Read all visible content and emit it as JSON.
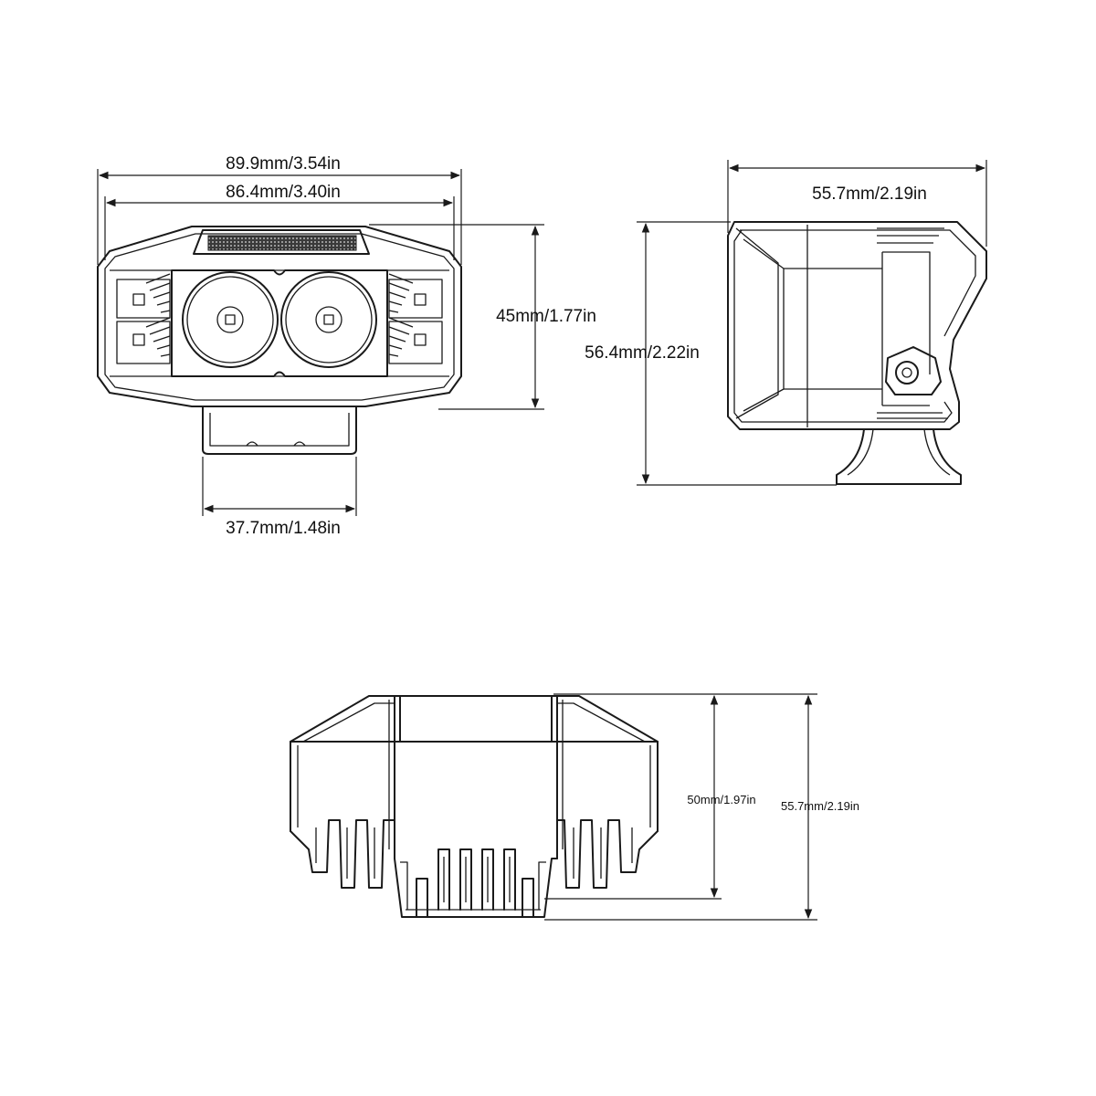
{
  "dimensions": {
    "front_overall_width": "89.9mm/3.54in",
    "front_body_width": "86.4mm/3.40in",
    "front_body_height": "45mm/1.77in",
    "front_overall_height": "56.4mm/2.22in",
    "front_bracket_width": "37.7mm/1.48in",
    "side_depth": "55.7mm/2.19in",
    "rear_body_height": "50mm/1.97in",
    "rear_overall_height": "55.7mm/2.19in"
  },
  "colors": {
    "line": "#1a1a1a",
    "background": "#ffffff"
  }
}
